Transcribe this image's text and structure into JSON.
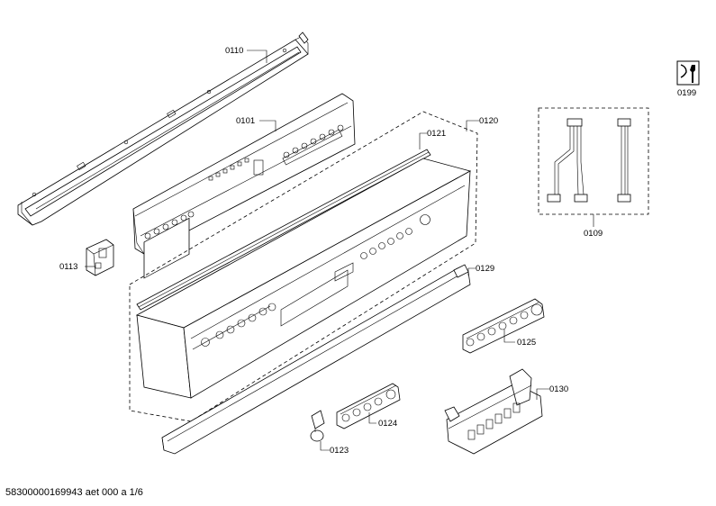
{
  "diagram": {
    "callouts": [
      {
        "id": "0110",
        "label": "0110"
      },
      {
        "id": "0101",
        "label": "0101"
      },
      {
        "id": "0121",
        "label": "0121"
      },
      {
        "id": "0120",
        "label": "0120"
      },
      {
        "id": "0113",
        "label": "0113"
      },
      {
        "id": "0109",
        "label": "0109"
      },
      {
        "id": "0129",
        "label": "0129"
      },
      {
        "id": "0125",
        "label": "0125"
      },
      {
        "id": "0130",
        "label": "0130"
      },
      {
        "id": "0124",
        "label": "0124"
      },
      {
        "id": "0123",
        "label": "0123"
      },
      {
        "id": "0199",
        "label": "0199"
      }
    ],
    "icons": {
      "tool": "wrench-screwdriver-icon"
    }
  },
  "footer": {
    "document_id": "58300000169943 aet 000 a 1/6"
  }
}
